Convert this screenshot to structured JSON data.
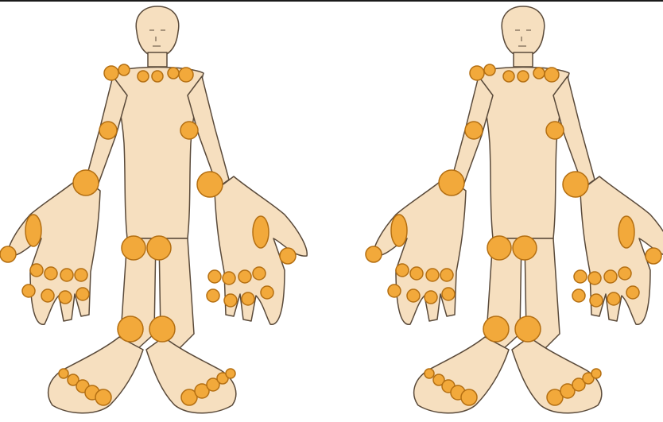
{
  "figures": [
    {
      "label": ""
    },
    {
      "label": ""
    }
  ],
  "colors": {
    "skin": "#f6dfbf",
    "outline": "#5a4a3a",
    "joint": "#f2a93b",
    "joint_outline": "#b46f12",
    "divider": "#1a1a1a",
    "background": "#ffffff"
  },
  "joint_groups": [
    "neck-joints",
    "shoulder-joints",
    "elbow-joints",
    "wrist-joints",
    "finger-joints",
    "hip-joints",
    "knee-joints",
    "ankle-joints",
    "toe-joints"
  ]
}
